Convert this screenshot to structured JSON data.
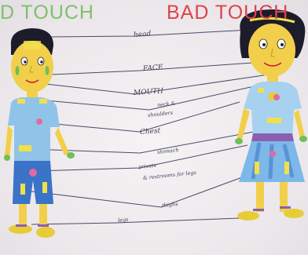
{
  "titles": {
    "good": "D TOUCH",
    "bad": "BAD TOUCH"
  },
  "labels": {
    "head": "head",
    "face": "FACE",
    "mouth": "MOUTH",
    "neck": "neck &",
    "shoulders": "shoulders",
    "chest": "Chest",
    "stomach": "stomach",
    "private": "private",
    "private2": "& restrooms for legs",
    "thighs": "thighs",
    "legs": "legs"
  },
  "colors": {
    "good_title": "#7fbf6e",
    "bad_title": "#e0424b",
    "line": "#4a4a66",
    "skin": "#f2cf4a",
    "hair": "#1c1c2a",
    "boy_shirt": "#8fc4e8",
    "girl_dress": "#a6d2ef",
    "dress_waist": "#8a5fb2",
    "private_dot": "#e06aa0",
    "shoes": "#e6cc36"
  }
}
